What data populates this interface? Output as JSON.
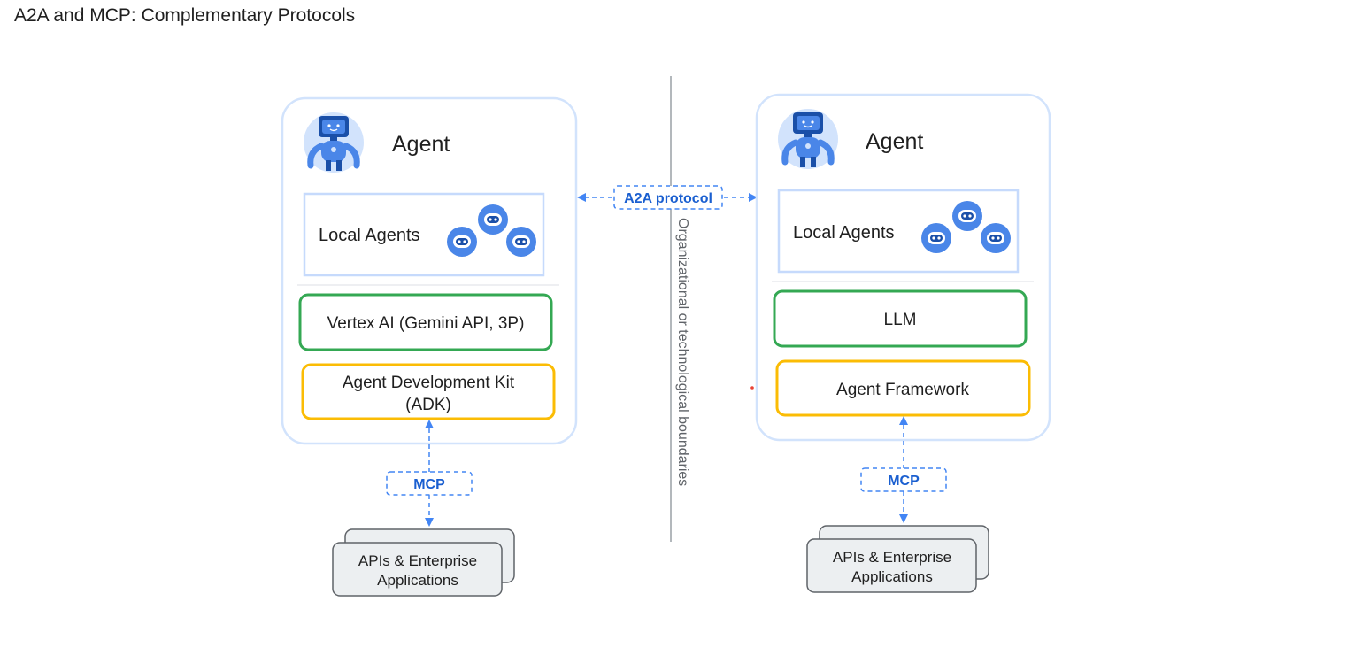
{
  "page": {
    "title": "A2A and MCP: Complementary Protocols"
  },
  "colors": {
    "panel_border": "#d2e3fc",
    "local_border": "#c6dafc",
    "vertex_border": "#34a853",
    "adk_border": "#fbbc04",
    "arrow": "#4285f4",
    "protocol_text": "#1a5fd0",
    "divider": "#9aa0a6",
    "api_fill": "#eceff1",
    "api_border": "#5f6368",
    "robot_blue": "#4a86e8",
    "robot_dark": "#1a4fa8",
    "avatar_bg": "#d2e3fc"
  },
  "boundary": {
    "label": "Organizational or technological boundaries"
  },
  "a2a": {
    "label": "A2A protocol"
  },
  "left": {
    "agent_title": "Agent",
    "local_agents": "Local Agents",
    "model_box": "Vertex AI (Gemini API, 3P)",
    "framework_line1": "Agent Development Kit",
    "framework_line2": "(ADK)",
    "mcp_label": "MCP",
    "apis_line1": "APIs & Enterprise",
    "apis_line2": "Applications",
    "icons": {
      "avatar": "robot-avatar-icon",
      "local_agents": "mini-robot-icon"
    }
  },
  "right": {
    "agent_title": "Agent",
    "local_agents": "Local Agents",
    "model_box": "LLM",
    "framework_line1": "Agent Framework",
    "mcp_label": "MCP",
    "apis_line1": "APIs & Enterprise",
    "apis_line2": "Applications",
    "icons": {
      "avatar": "robot-avatar-icon",
      "local_agents": "mini-robot-icon"
    }
  }
}
